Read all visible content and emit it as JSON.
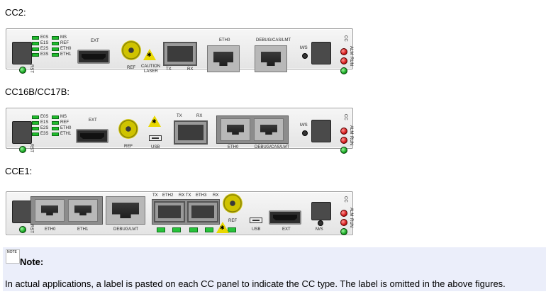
{
  "sections": [
    {
      "label": "CC2:"
    },
    {
      "label": "CC16B/CC17B:"
    },
    {
      "label": "CCE1:"
    }
  ],
  "cc2": {
    "leds_left": [
      "E0S",
      "E1S",
      "E2S",
      "E3S"
    ],
    "leds_right": [
      "MS",
      "REF",
      "ETH0",
      "ETH1"
    ],
    "vert_left": "RST",
    "ext": "EXT",
    "ref": "REF",
    "caution": "CAUTION",
    "laser": "LASER",
    "tx": "TX",
    "rx": "RX",
    "eth0": "ETH0",
    "debug": "DEBUG/CAS/LMT",
    "ms": "M/S",
    "cc": "CC",
    "alm": "ALM",
    "run": "RUN"
  },
  "cc16": {
    "leds_left": [
      "E0S",
      "E1S",
      "E2S",
      "E3S"
    ],
    "leds_right": [
      "MS",
      "REF",
      "ETH0",
      "ETH1"
    ],
    "vert_left": "RST",
    "ext": "EXT",
    "ref": "REF",
    "usb": "USB",
    "tx": "TX",
    "rx": "RX",
    "eth0": "ETH0",
    "debug": "DEBUG/CAS/LMT",
    "ms": "M/S",
    "cc": "CC",
    "alm": "ALM",
    "run": "RUN"
  },
  "cce1": {
    "vert_left": "RST",
    "eth0": "ETH0",
    "eth1": "ETH1",
    "debug": "DEBUG/LMT",
    "tx1": "TX",
    "eth2": "ETH2",
    "rxtx": "RX TX",
    "eth3": "ETH3",
    "rx2": "RX",
    "ref": "REF",
    "usb": "USB",
    "ext": "EXT",
    "ms": "M/S",
    "cc": "CC",
    "alm": "ALM",
    "run": "RUN"
  },
  "note": {
    "icon_text": "NOTE",
    "title": "Note:",
    "body": "In actual applications, a label is pasted on each CC panel to indicate the CC type. The label is omitted in the above figures."
  }
}
